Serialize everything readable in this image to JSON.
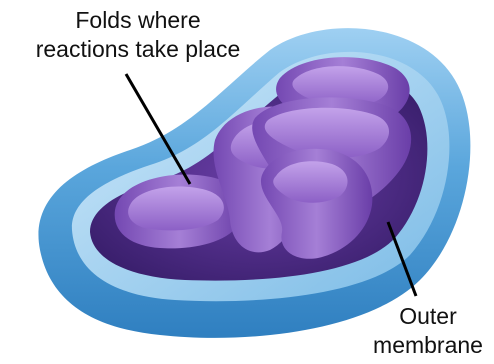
{
  "labels": {
    "folds": {
      "line1": "Folds where",
      "line2": "reactions take place"
    },
    "outer": {
      "line1": "Outer",
      "line2": "membrane"
    }
  },
  "colors": {
    "outer_membrane": "#5aa6dc",
    "outer_membrane_light": "#a9d3f0",
    "inner_space": "#4a2a86",
    "cristae": "#8a5fc3",
    "cristae_light": "#b793e0",
    "label_line": "#000000"
  }
}
